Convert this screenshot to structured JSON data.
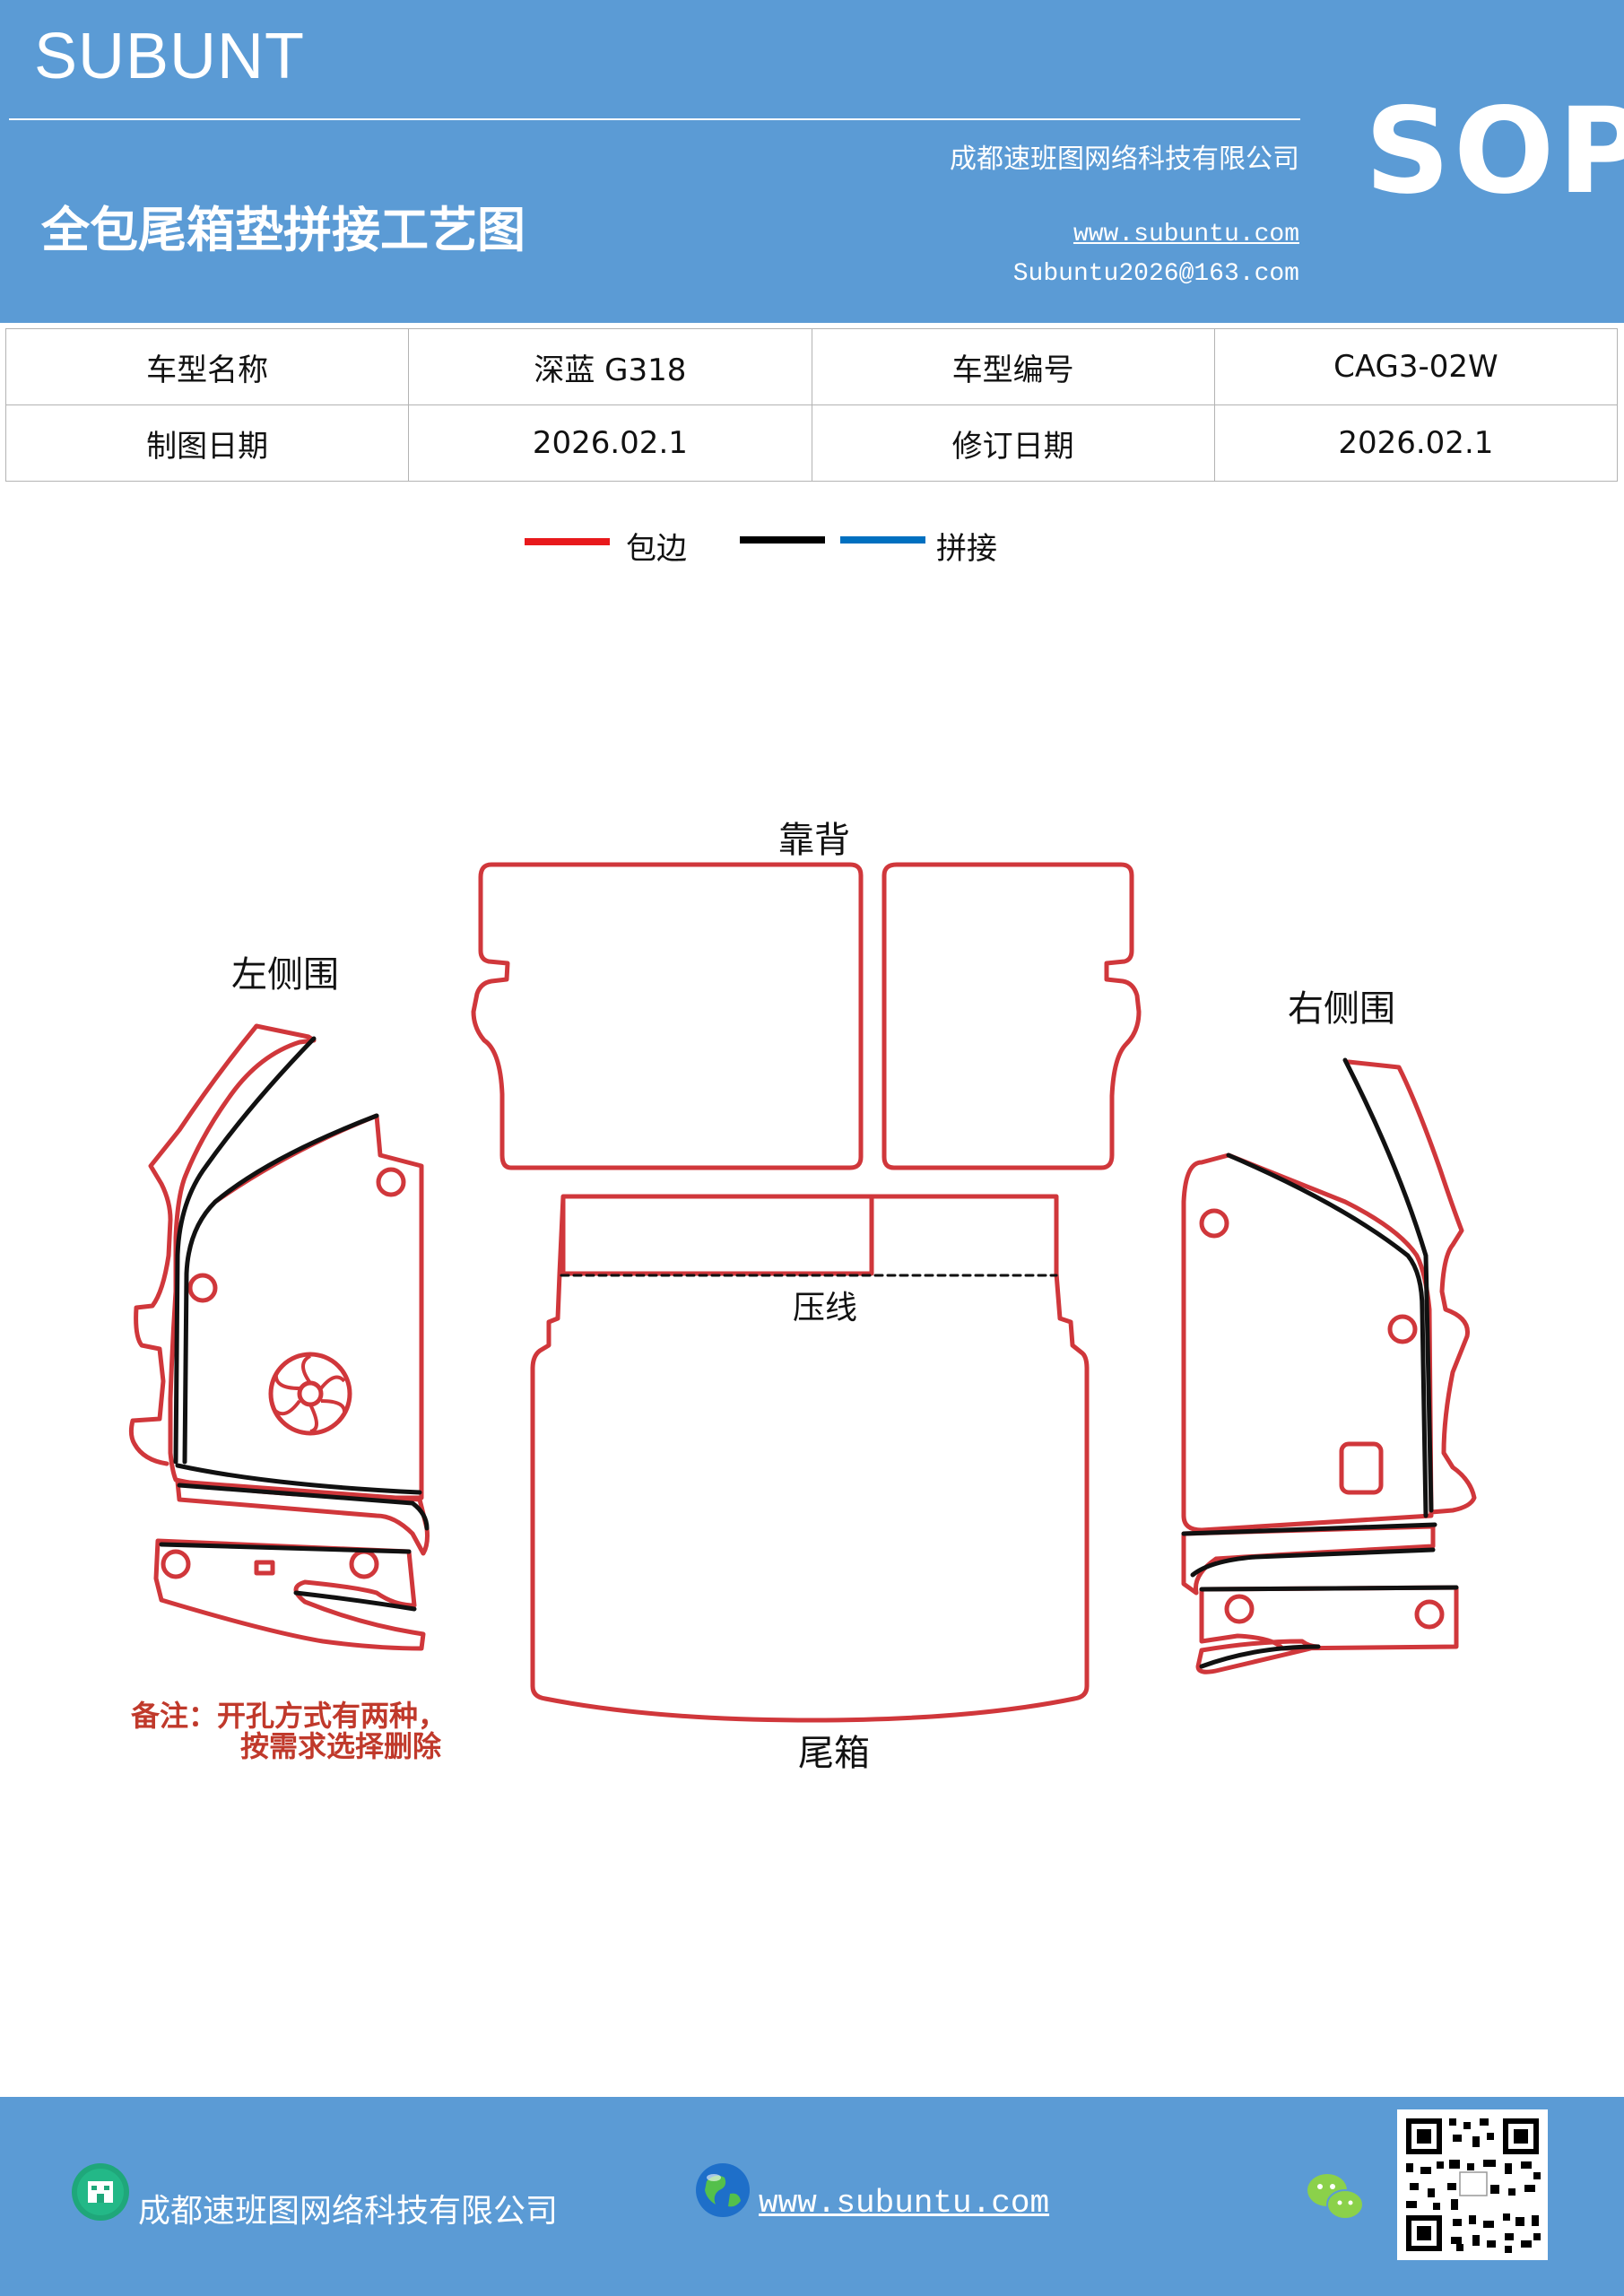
{
  "header": {
    "brand": "SUBUNT",
    "company": "成都速班图网络科技有限公司",
    "title": "全包尾箱垫拼接工艺图",
    "website": "www.subuntu.com",
    "email": "Subuntu2026@163.com",
    "badge": "SOP"
  },
  "info_table": {
    "row1": {
      "label1": "车型名称",
      "value1": "深蓝 G318",
      "label2": "车型编号",
      "value2": "CAG3-02W"
    },
    "row2": {
      "label1": "制图日期",
      "value1": "2026.02.1",
      "label2": "修订日期",
      "value2": "2026.02.1"
    }
  },
  "legend": {
    "edge_label": "包边",
    "splice_label": "拼接",
    "colors": {
      "edge": "#e8191c",
      "black": "#000000",
      "splice": "#0070c0"
    }
  },
  "diagram": {
    "labels": {
      "backrest": "靠背",
      "left_side": "左侧围",
      "right_side": "右侧围",
      "press_line": "压线",
      "trunk": "尾箱"
    },
    "note_line1": "备注：开孔方式有两种，",
    "note_line2": "按需求选择删除",
    "colors": {
      "outline": "#d0373b",
      "seam": "#111111",
      "note": "#c0392b"
    }
  },
  "footer": {
    "company": "成都速班图网络科技有限公司",
    "website": "www.subuntu.com",
    "icons": [
      "building-icon",
      "globe-icon",
      "wechat-icon",
      "qr-code"
    ]
  }
}
